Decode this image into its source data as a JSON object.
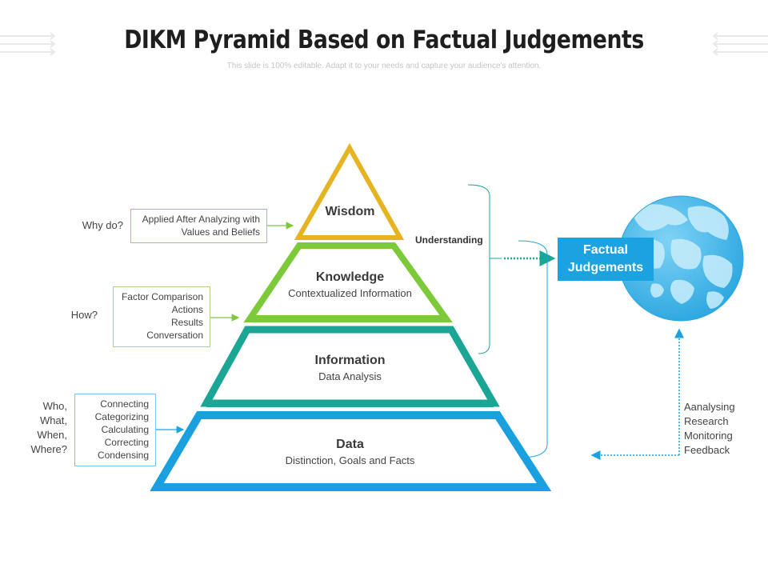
{
  "title": "DIKM Pyramid Based on Factual Judgements",
  "subtitle": "This slide is 100% editable. Adapt it to your needs and capture your audience's attention.",
  "colors": {
    "wisdom": "#e6b422",
    "knowledge": "#7cc93a",
    "information": "#1aa595",
    "data": "#1a9fdf",
    "accent": "#1aa3e0"
  },
  "levels": {
    "wisdom": {
      "title": "Wisdom",
      "sub": ""
    },
    "knowledge": {
      "title": "Knowledge",
      "sub": "Contextualized Information"
    },
    "information": {
      "title": "Information",
      "sub": "Data Analysis"
    },
    "data": {
      "title": "Data",
      "sub": "Distinction, Goals and Facts"
    }
  },
  "left": {
    "why": {
      "question": "Why do?",
      "lines": [
        "Applied After Analyzing with",
        "Values and Beliefs"
      ]
    },
    "how": {
      "question": "How?",
      "lines": [
        "Factor Comparison",
        "Actions",
        "Results",
        "Conversation"
      ]
    },
    "who": {
      "question": [
        "Who,",
        "What,",
        "When,",
        "Where?"
      ],
      "lines": [
        "Connecting",
        "Categorizing",
        "Calculating",
        "Correcting",
        "Condensing"
      ]
    }
  },
  "understanding": "Understanding",
  "factual": [
    "Factual",
    "Judgements"
  ],
  "feedback": [
    "Aanalysing",
    "Research",
    "Monitoring",
    "Feedback"
  ],
  "icons": {
    "globe": "globe-icon"
  }
}
